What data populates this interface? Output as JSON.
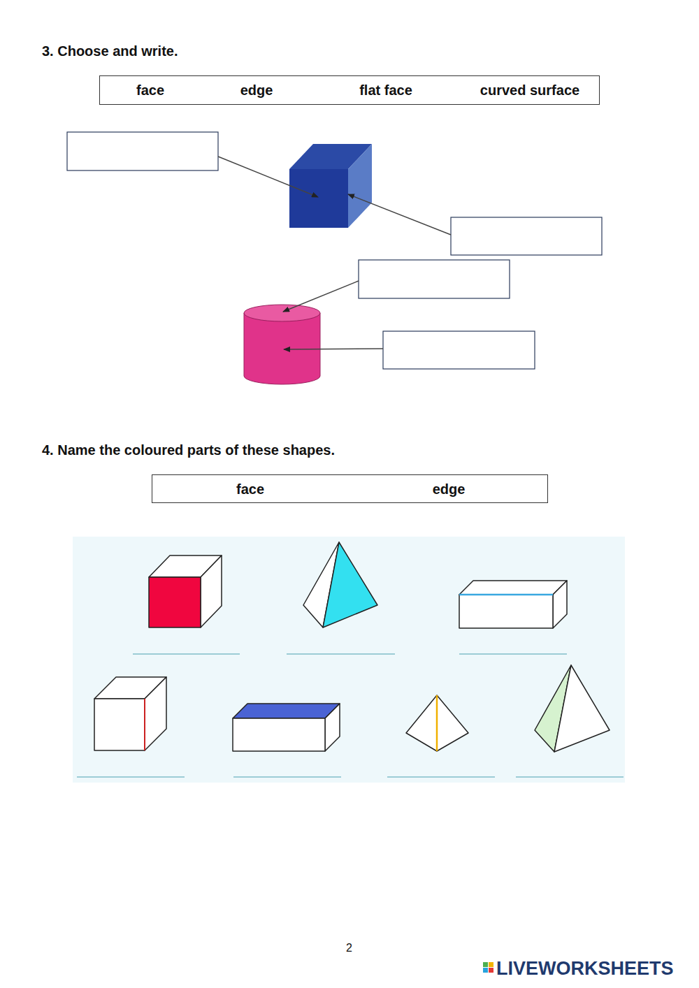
{
  "diagram": {
    "nodes": [
      {
        "text": [
          "face",
          "edge",
          "flat face",
          "curved surface"
        ]
      },
      {
        "text": [
          "face",
          "edge"
        ]
      }
    ],
    "labels": [
      "3. Choose and write.",
      "4. Name the coloured parts of these shapes.",
      "2",
      "LIVEWORKSHEETS"
    ]
  }
}
